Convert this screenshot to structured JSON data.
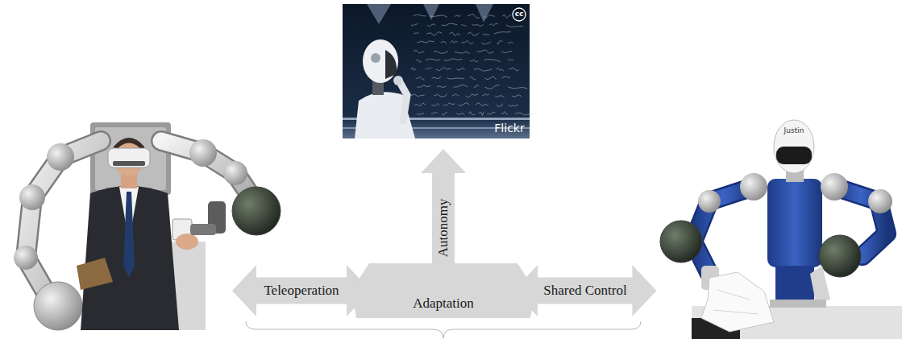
{
  "diagram": {
    "nodes": [
      {
        "text": [
          "Autonomy"
        ]
      },
      {
        "text": [
          "Teleoperation"
        ]
      },
      {
        "text": [
          "Adaptation"
        ]
      },
      {
        "text": [
          "Shared Control"
        ]
      }
    ],
    "labels": [
      "cc",
      "Flickr",
      "Justin"
    ]
  }
}
